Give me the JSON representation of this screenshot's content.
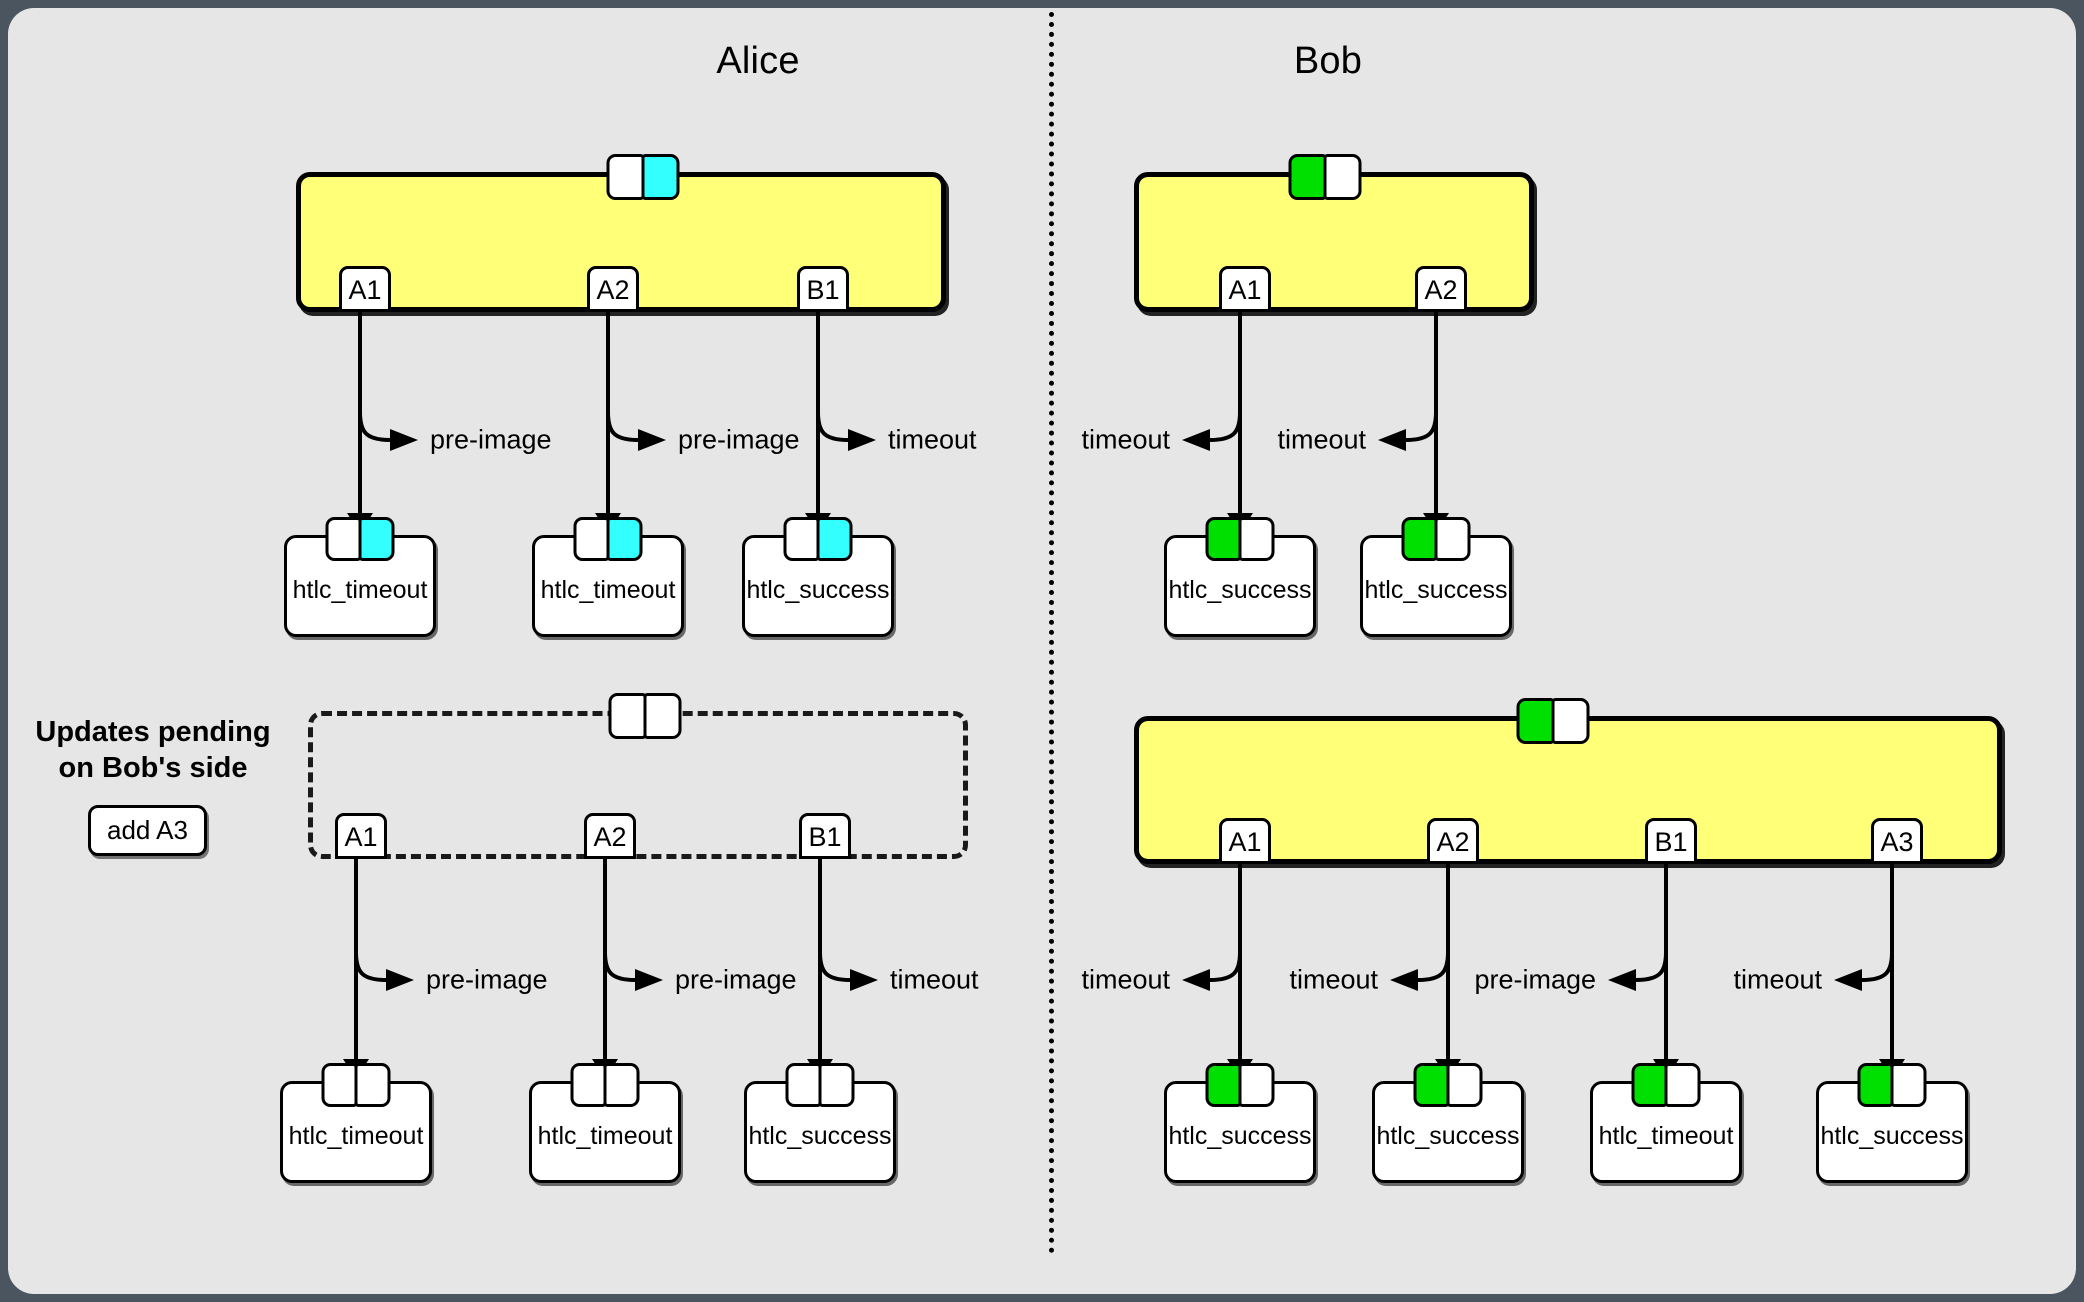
{
  "theme": {
    "canvas_bg": "#e6e6e6",
    "page_bg": "#4a5560",
    "commit_fill": "#ffff78",
    "alice_sig_color": "#33ffff",
    "bob_sig_color": "#00e000",
    "stroke": "#000000"
  },
  "headers": {
    "alice": "Alice",
    "bob": "Bob"
  },
  "annotation": {
    "note_line1": "Updates pending",
    "note_line2": "on Bob's side",
    "button_label": "add A3"
  },
  "alice": {
    "commitment_1": {
      "signatures": [
        {
          "name": "local-sig",
          "state": "empty"
        },
        {
          "name": "remote-sig",
          "state": "cyan"
        }
      ],
      "outputs": [
        {
          "tab": "A1",
          "edge_label": "pre-image",
          "htlc": "htlc_timeout",
          "htlc_signatures": [
            "empty",
            "cyan"
          ]
        },
        {
          "tab": "A2",
          "edge_label": "pre-image",
          "htlc": "htlc_timeout",
          "htlc_signatures": [
            "empty",
            "cyan"
          ]
        },
        {
          "tab": "B1",
          "edge_label": "timeout",
          "htlc": "htlc_success",
          "htlc_signatures": [
            "empty",
            "cyan"
          ]
        }
      ]
    },
    "commitment_2": {
      "pending": true,
      "signatures": [
        {
          "name": "local-sig",
          "state": "empty"
        },
        {
          "name": "remote-sig",
          "state": "empty"
        }
      ],
      "outputs": [
        {
          "tab": "A1",
          "edge_label": "pre-image",
          "htlc": "htlc_timeout",
          "htlc_signatures": [
            "empty",
            "empty"
          ]
        },
        {
          "tab": "A2",
          "edge_label": "pre-image",
          "htlc": "htlc_timeout",
          "htlc_signatures": [
            "empty",
            "empty"
          ]
        },
        {
          "tab": "B1",
          "edge_label": "timeout",
          "htlc": "htlc_success",
          "htlc_signatures": [
            "empty",
            "empty"
          ]
        }
      ]
    }
  },
  "bob": {
    "commitment_1": {
      "signatures": [
        {
          "name": "remote-sig",
          "state": "green"
        },
        {
          "name": "local-sig",
          "state": "empty"
        }
      ],
      "outputs": [
        {
          "tab": "A1",
          "edge_label": "timeout",
          "htlc": "htlc_success",
          "htlc_signatures": [
            "green",
            "empty"
          ]
        },
        {
          "tab": "A2",
          "edge_label": "timeout",
          "htlc": "htlc_success",
          "htlc_signatures": [
            "green",
            "empty"
          ]
        }
      ]
    },
    "commitment_2": {
      "signatures": [
        {
          "name": "remote-sig",
          "state": "green"
        },
        {
          "name": "local-sig",
          "state": "empty"
        }
      ],
      "outputs": [
        {
          "tab": "A1",
          "edge_label": "timeout",
          "htlc": "htlc_success",
          "htlc_signatures": [
            "green",
            "empty"
          ]
        },
        {
          "tab": "A2",
          "edge_label": "timeout",
          "htlc": "htlc_success",
          "htlc_signatures": [
            "green",
            "empty"
          ]
        },
        {
          "tab": "B1",
          "edge_label": "pre-image",
          "htlc": "htlc_timeout",
          "htlc_signatures": [
            "green",
            "empty"
          ]
        },
        {
          "tab": "A3",
          "edge_label": "timeout",
          "htlc": "htlc_success",
          "htlc_signatures": [
            "green",
            "empty"
          ]
        }
      ]
    }
  }
}
